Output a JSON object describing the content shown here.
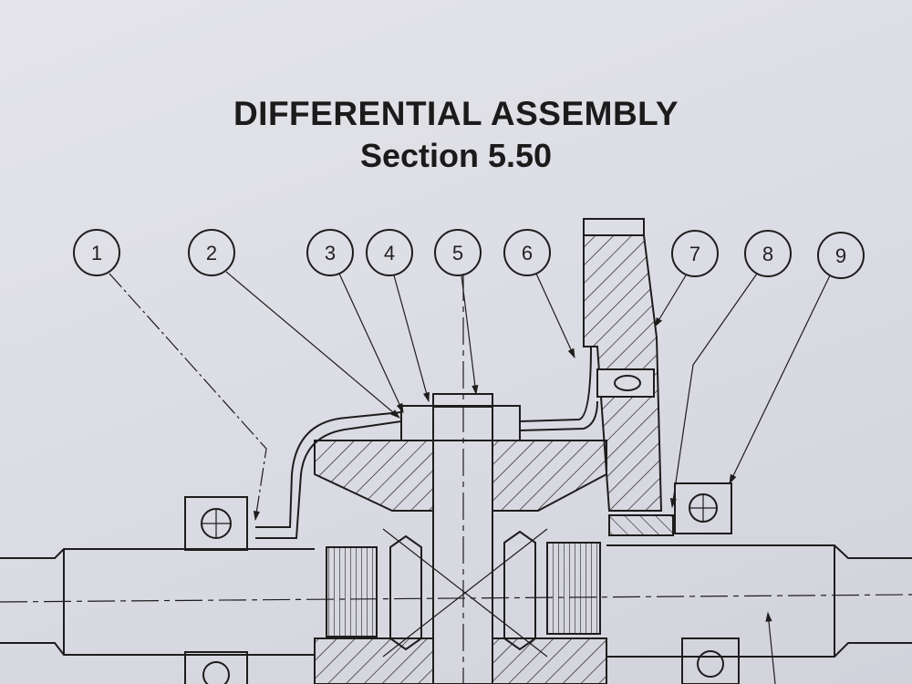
{
  "title": "DIFFERENTIAL ASSEMBLY",
  "subtitle": "Section 5.50",
  "callouts": [
    "1",
    "2",
    "3",
    "4",
    "5",
    "6",
    "7",
    "8",
    "9"
  ]
}
